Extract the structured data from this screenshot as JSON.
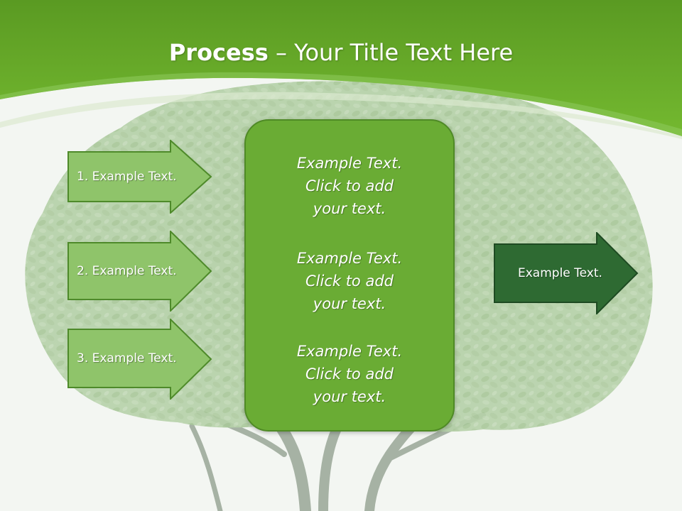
{
  "slide": {
    "title_bold": "Process",
    "title_rest": " – Your Title Text Here"
  },
  "colors": {
    "header_green": "#6ab42a",
    "header_dark": "#5c9a20",
    "arrow_light": "#8fc46a",
    "arrow_border": "#4e8a2a",
    "box_green": "#6aac34",
    "output_dark": "#2e6a32"
  },
  "left_arrows": [
    {
      "label": "1. Example Text."
    },
    {
      "label": "2. Example Text."
    },
    {
      "label": "3. Example Text."
    }
  ],
  "center_box": {
    "blocks": [
      {
        "line1": "Example Text.",
        "line2": "Click  to add",
        "line3": "your text."
      },
      {
        "line1": "Example Text.",
        "line2": "Click  to add",
        "line3": "your text."
      },
      {
        "line1": "Example Text.",
        "line2": "Click  to add",
        "line3": "your text."
      }
    ]
  },
  "output_arrow": {
    "label": "Example Text."
  }
}
